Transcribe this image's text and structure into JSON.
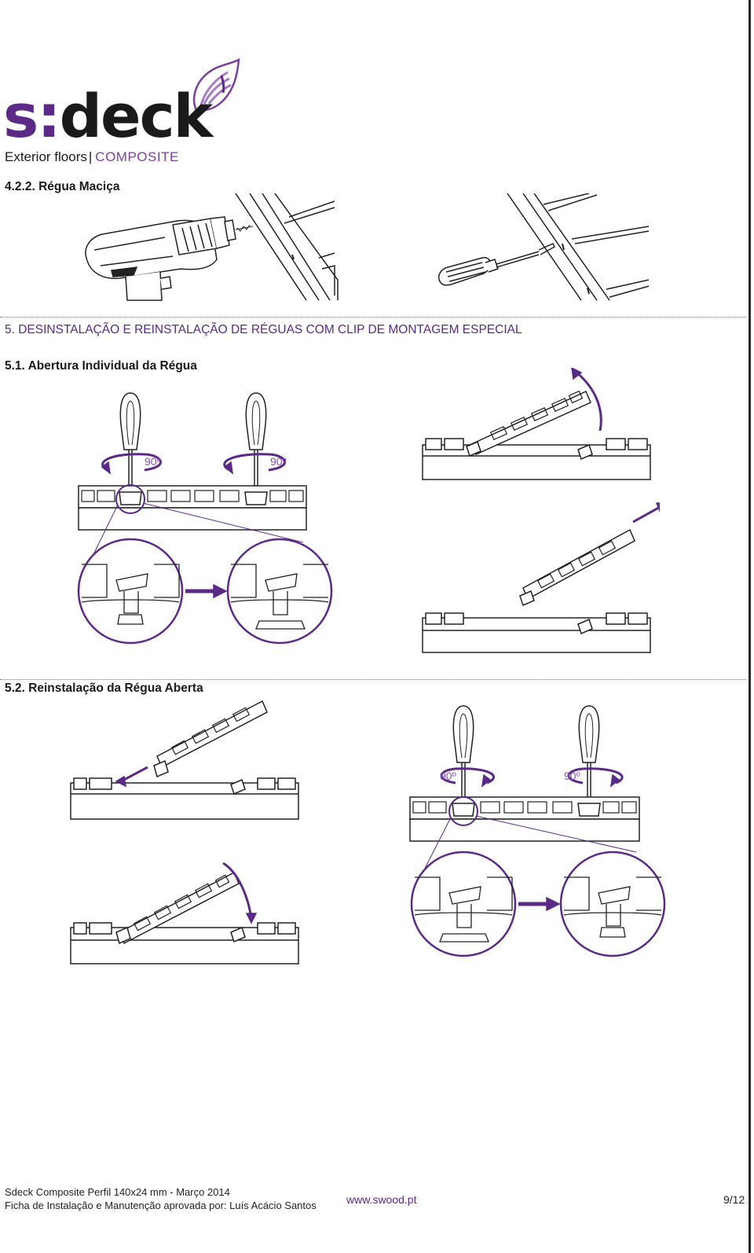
{
  "brand": {
    "logo_s": "s:",
    "logo_rest": "deck",
    "tagline_main": "Exterior floors",
    "tagline_sep": "|",
    "tagline_accent": "COMPOSITE"
  },
  "sections": {
    "s422": "4.2.2. Régua Maciça",
    "s5": "5. DESINSTALAÇÃO E REINSTALAÇÃO DE RÉGUAS COM CLIP DE MONTAGEM ESPECIAL",
    "s51": "5.1. Abertura Individual da Régua",
    "s52": "5.2. Reinstalação da Régua Aberta"
  },
  "figures": {
    "rotation_label": "90º"
  },
  "colors": {
    "accent": "#5b2a86",
    "accent_light": "#8a4fb3",
    "line": "#222222"
  },
  "footer": {
    "line1": "Sdeck Composite Perfil 140x24 mm - Março 2014",
    "line2": "Ficha de Instalação e Manutenção aprovada por: Luís Acácio Santos",
    "website": "www.swood.pt",
    "page": "9/12"
  }
}
